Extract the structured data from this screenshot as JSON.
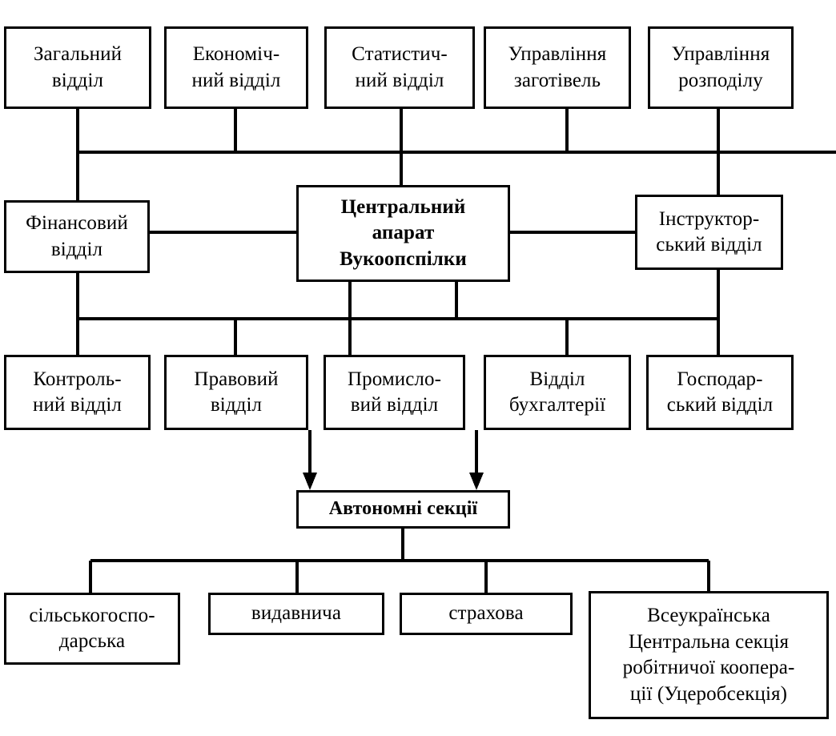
{
  "diagram": {
    "title": "Центральний апарат Вукоопспілки",
    "nodes": {
      "general_dept": "Загальний\nвідділ",
      "economic_dept": "Економіч-\nний відділ",
      "statistical_dept": "Статистич-\nний відділ",
      "procurement_dept": "Управління\nзаготівель",
      "distribution_dept": "Управління\nрозподілу",
      "finance_dept": "Фінансовий\nвідділ",
      "central_apparatus": "Центральний\nапарат\nВукоопспілки",
      "instructor_dept": "Інструктор-\nський відділ",
      "control_dept": "Контроль-\nний відділ",
      "legal_dept": "Правовий\nвідділ",
      "industrial_dept": "Промисло-\nвий відділ",
      "accounting_dept": "Відділ\nбухгалтерії",
      "economy_dept": "Господар-\nський відділ",
      "autonomous_sections": "Автономні секції",
      "section_agricultural": "сільськогоспо-\nдарська",
      "section_publishing": "видавнича",
      "section_insurance": "страхова",
      "section_workers_coop": "Всеукраїнська\nЦентральна секція\nробітничої коопера-\nції (Уцеробсекція)"
    },
    "style": {
      "line_color": "#000000",
      "box_border_color": "#000000",
      "background_color": "#ffffff",
      "text_color": "#000000"
    }
  }
}
